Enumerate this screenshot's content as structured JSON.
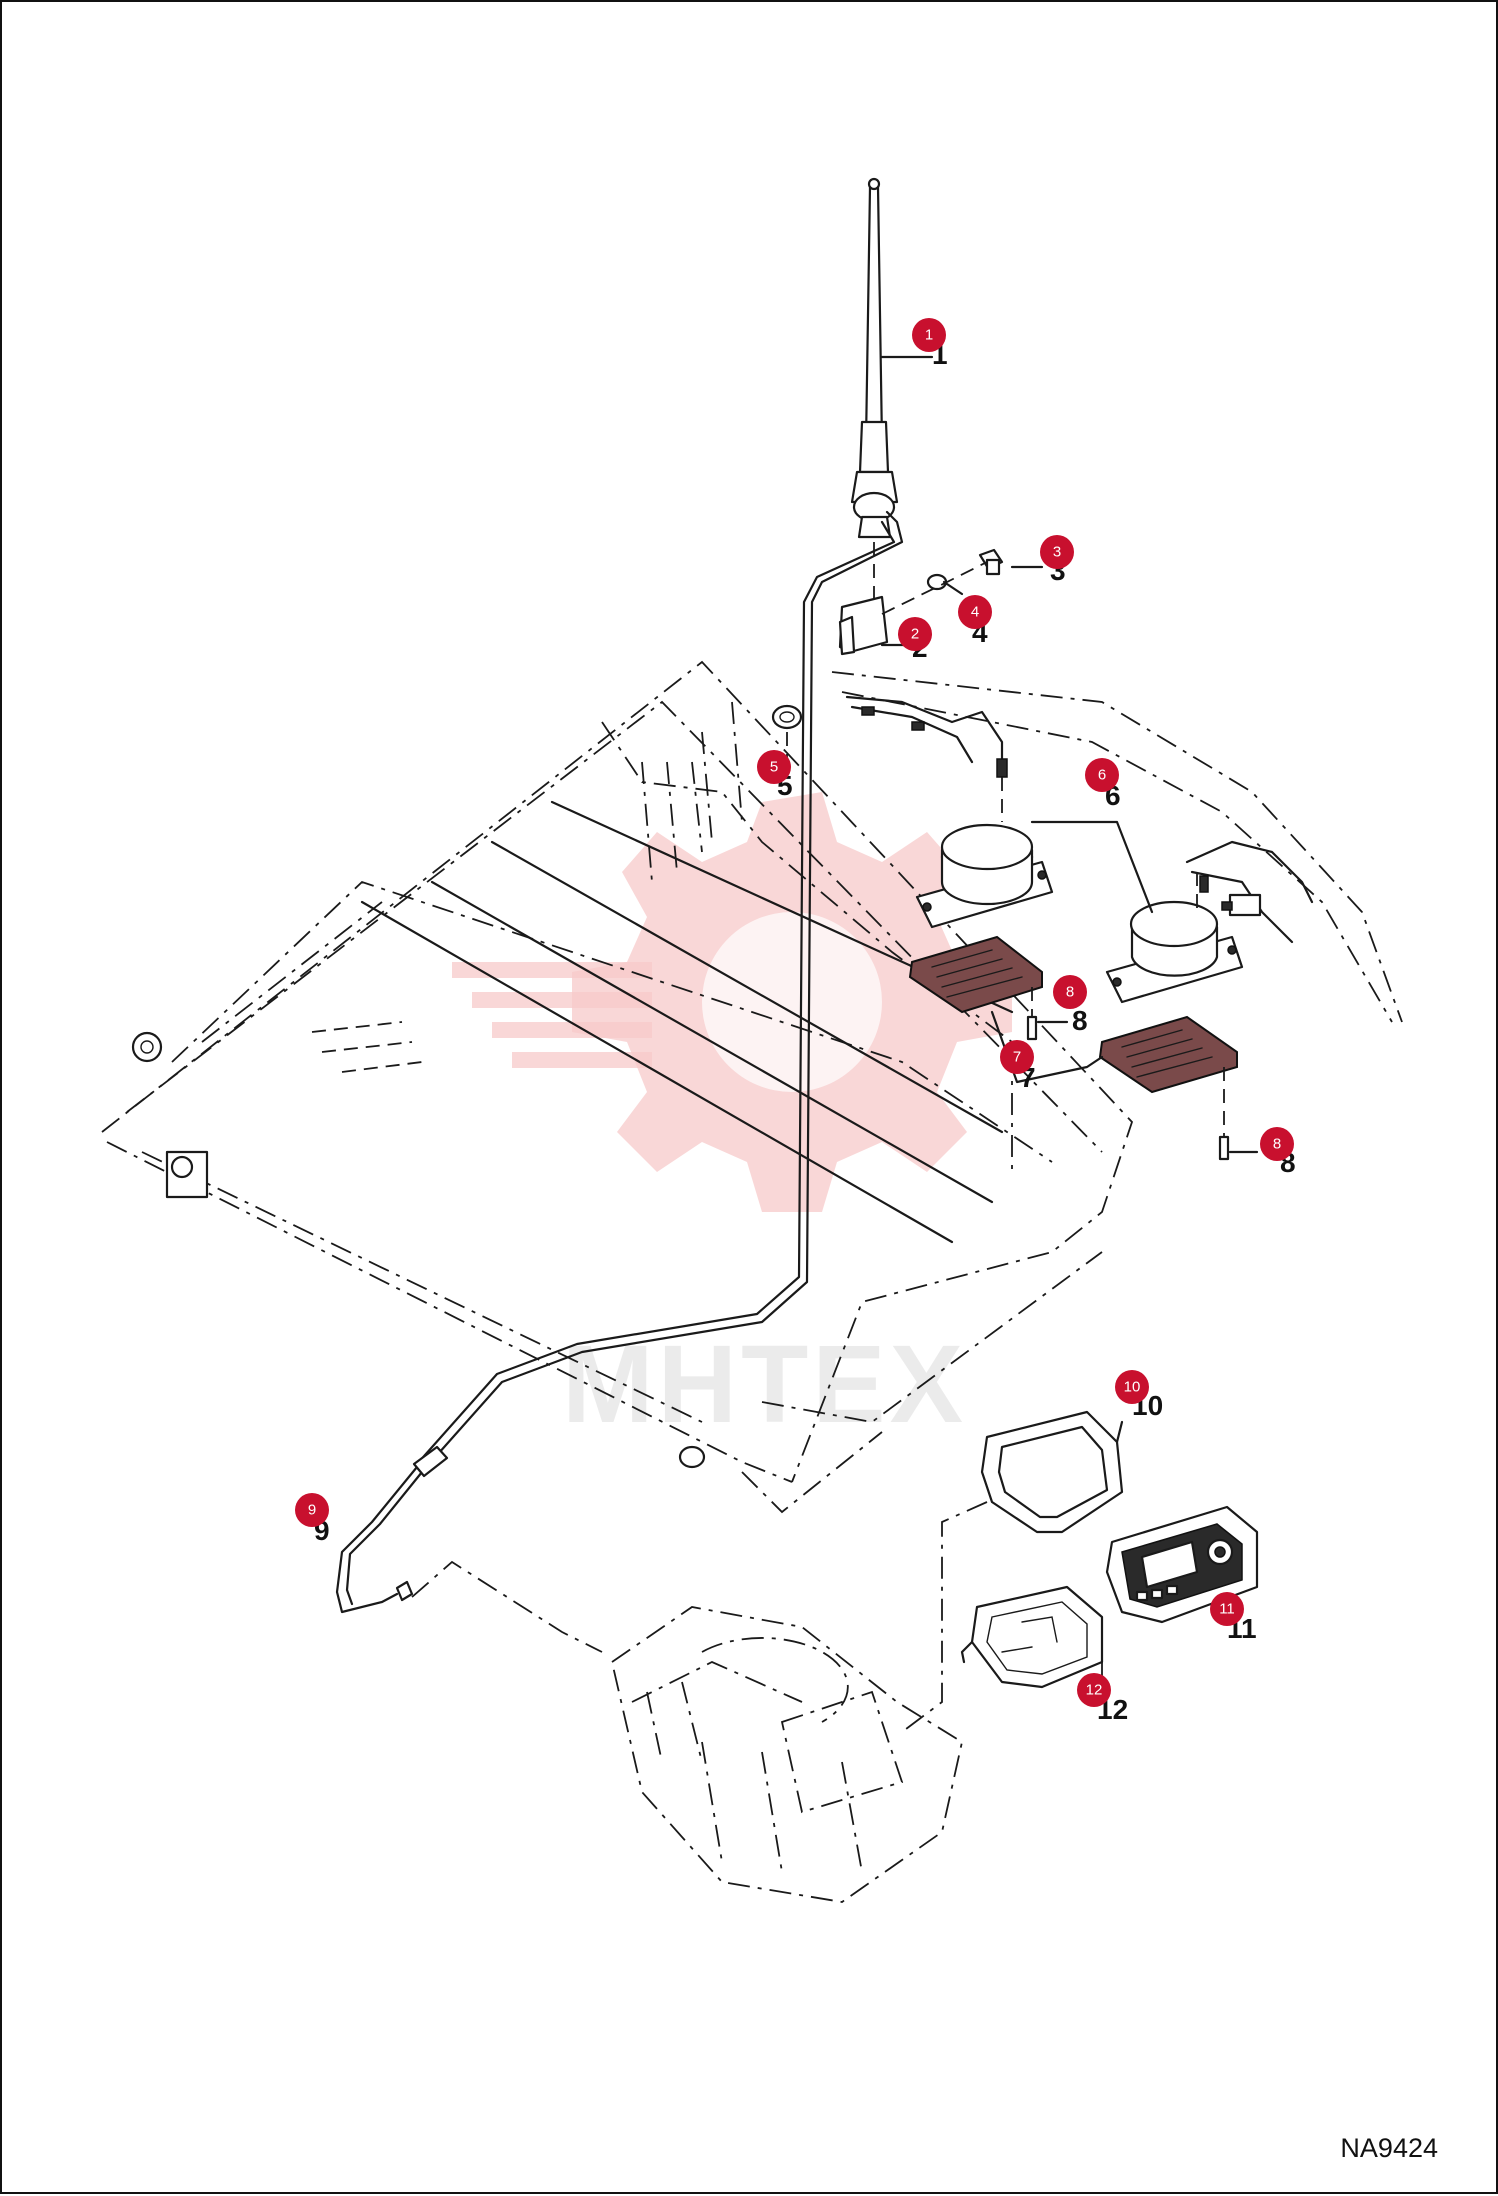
{
  "diagram": {
    "callouts": [
      {
        "number": "1",
        "label": "1"
      },
      {
        "number": "2",
        "label": "2"
      },
      {
        "number": "3",
        "label": "3"
      },
      {
        "number": "4",
        "label": "4"
      },
      {
        "number": "5",
        "label": "5"
      },
      {
        "number": "6",
        "label": "6"
      },
      {
        "number": "7",
        "label": "7"
      },
      {
        "number": "8",
        "label": "8"
      },
      {
        "number": "8",
        "label": "8"
      },
      {
        "number": "9",
        "label": "9"
      },
      {
        "number": "10",
        "label": "10"
      },
      {
        "number": "11",
        "label": "11"
      },
      {
        "number": "12",
        "label": "12"
      }
    ],
    "watermark": "MHTEX",
    "figure_code": "NA9424",
    "colors": {
      "callout": "#c8102e",
      "ink": "#1a1a1a",
      "watermark_gear": "#f7c9c9"
    }
  }
}
